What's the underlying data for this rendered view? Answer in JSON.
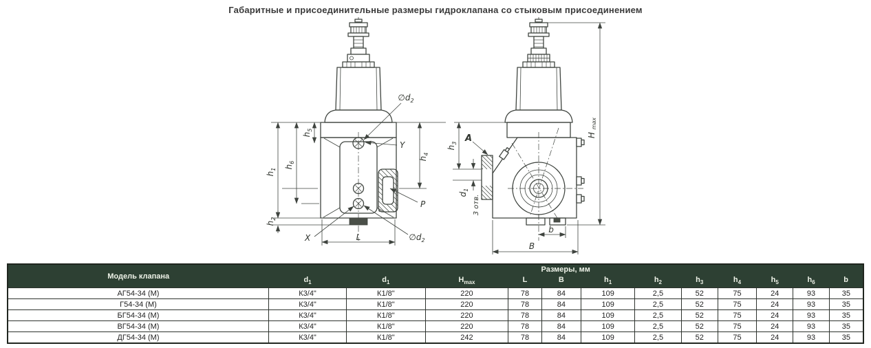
{
  "title": "Габаритные и присоединительные размеры гидроклапана со стыковым присоединением",
  "colors": {
    "header_bg": "#2d4033",
    "header_text": "#eef2e8",
    "line": "#3f443f"
  },
  "drawing": {
    "front": {
      "d2_top": {
        "b": "∅d",
        "s": "2"
      },
      "d2_bottom": {
        "b": "∅d",
        "s": "2"
      },
      "y_port": "Y",
      "p_port": "P",
      "x_port": "X",
      "l_dim": "L",
      "h1": {
        "b": "h",
        "s": "1"
      },
      "h2": {
        "b": "h",
        "s": "2"
      },
      "h4": {
        "b": "h",
        "s": "4"
      },
      "h5": {
        "b": "h",
        "s": "5"
      },
      "h6": {
        "b": "h",
        "s": "6"
      }
    },
    "side": {
      "h_max": {
        "b": "H ",
        "s": "max"
      },
      "h3": {
        "b": "h",
        "s": "3"
      },
      "a_section": "A",
      "d1": {
        "b": "d",
        "s": "1"
      },
      "holes_note": "3 отв.",
      "b_small": "b",
      "b_big": "B"
    }
  },
  "table": {
    "model_header": "Модель клапана",
    "group_header": "Размеры, мм",
    "columns": [
      {
        "b": "d",
        "s": "1"
      },
      {
        "b": "d",
        "s": "1"
      },
      {
        "b": "H",
        "s": "max"
      },
      {
        "b": "L",
        "s": ""
      },
      {
        "b": "B",
        "s": ""
      },
      {
        "b": "h",
        "s": "1"
      },
      {
        "b": "h",
        "s": "2"
      },
      {
        "b": "h",
        "s": "3"
      },
      {
        "b": "h",
        "s": "4"
      },
      {
        "b": "h",
        "s": "5"
      },
      {
        "b": "h",
        "s": "6"
      },
      {
        "b": "b",
        "s": ""
      }
    ],
    "rows": [
      {
        "model": "АГ54-34 (М)",
        "values": [
          "К3/4\"",
          "К1/8\"",
          "220",
          "78",
          "84",
          "109",
          "2,5",
          "52",
          "75",
          "24",
          "93",
          "35"
        ]
      },
      {
        "model": "Г54-34 (М)",
        "values": [
          "К3/4\"",
          "К1/8\"",
          "220",
          "78",
          "84",
          "109",
          "2,5",
          "52",
          "75",
          "24",
          "93",
          "35"
        ]
      },
      {
        "model": "БГ54-34 (М)",
        "values": [
          "К3/4\"",
          "К1/8\"",
          "220",
          "78",
          "84",
          "109",
          "2,5",
          "52",
          "75",
          "24",
          "93",
          "35"
        ]
      },
      {
        "model": "ВГ54-34 (М)",
        "values": [
          "К3/4\"",
          "К1/8\"",
          "220",
          "78",
          "84",
          "109",
          "2,5",
          "52",
          "75",
          "24",
          "93",
          "35"
        ]
      },
      {
        "model": "ДГ54-34 (М)",
        "values": [
          "К3/4\"",
          "К1/8\"",
          "242",
          "78",
          "84",
          "109",
          "2,5",
          "52",
          "75",
          "24",
          "93",
          "35"
        ]
      }
    ]
  }
}
